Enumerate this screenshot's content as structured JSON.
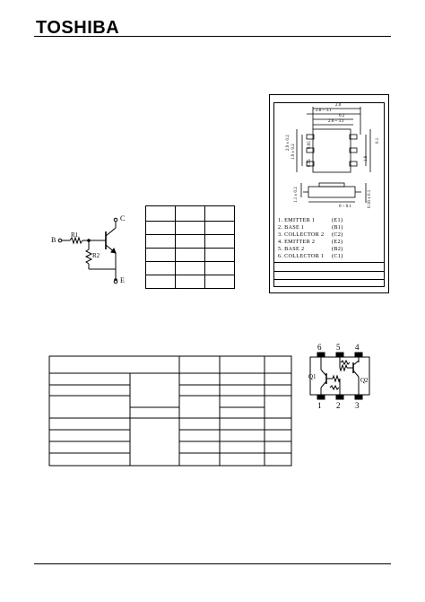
{
  "header": {
    "brand": "TOSHIBA"
  },
  "circuit": {
    "base": "B",
    "collector": "C",
    "emitter": "E",
    "r1": "R1",
    "r2": "R2"
  },
  "package": {
    "pins": [
      {
        "label": "1. EMITTER 1",
        "code": "(E1)"
      },
      {
        "label": "2. BASE 1",
        "code": "(B1)"
      },
      {
        "label": "3. COLLECTOR 2",
        "code": "(C2)"
      },
      {
        "label": "4. EMITTER 2",
        "code": "(E2)"
      },
      {
        "label": "5. BASE 2",
        "code": "(B2)"
      },
      {
        "label": "6. COLLECTOR 1",
        "code": "(C1)"
      }
    ],
    "dims": {
      "d1": "2.0",
      "d2": "2.8 ~ 3.1",
      "d3": "0.2",
      "d4": "2.6 ~ 3.1",
      "d5": "2.9 ± 0.2",
      "d6": "1.9 ± 0.2",
      "d7": "0.95",
      "d8": "0.95",
      "d9": "1.6",
      "d10": "0.1",
      "d11": "1.1 ± 0.2",
      "d12": "0.16 ± 0.1",
      "d13": "0 ~ 0.1"
    }
  },
  "equivalent": {
    "pins_top": [
      "6",
      "5",
      "4"
    ],
    "pins_bottom": [
      "1",
      "2",
      "3"
    ],
    "q1": "Q1",
    "q2": "Q2"
  }
}
